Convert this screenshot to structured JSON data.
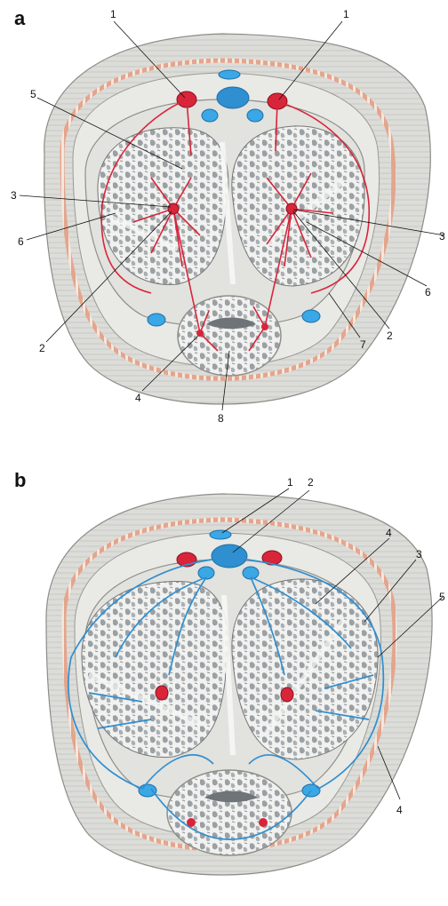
{
  "panel_a": {
    "letter": "a",
    "labels": {
      "l1_left": "1",
      "l1_right": "1",
      "l5": "5",
      "l3_left": "3",
      "l3_right": "3",
      "l6_left": "6",
      "l6_right": "6",
      "l2_left": "2",
      "l2_right": "2",
      "l4": "4",
      "l7": "7",
      "l8": "8"
    }
  },
  "panel_b": {
    "letter": "b",
    "labels": {
      "l1": "1",
      "l2": "2",
      "l4_top": "4",
      "l3": "3",
      "l5": "5",
      "l4_bottom": "4"
    }
  },
  "colors": {
    "artery": "#d8253a",
    "vein": "#2f8fd0",
    "vein_fill": "#3aa7e6",
    "tunica": "#e3e3e0",
    "skin": "#d9d9d6",
    "fascia_dots": "#d98a6a"
  }
}
